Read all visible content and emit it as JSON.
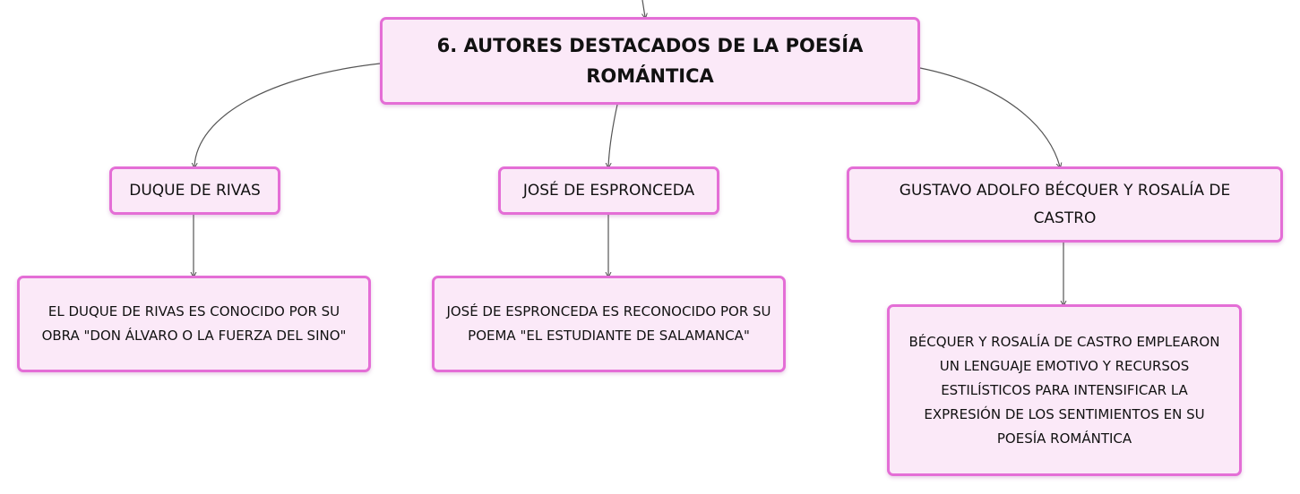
{
  "colors": {
    "node_fill": "#fbe9f8",
    "node_border": "#e46ed6",
    "connector": "#555555"
  },
  "map": {
    "root": {
      "label": "6. AUTORES DESTACADOS DE LA POESÍA ROMÁNTICA"
    },
    "authors": [
      {
        "label": "DUQUE DE RIVAS",
        "detail": "EL DUQUE DE RIVAS ES CONOCIDO POR SU OBRA \"DON ÁLVARO O LA FUERZA DEL SINO\""
      },
      {
        "label": "JOSÉ DE ESPRONCEDA",
        "detail": "JOSÉ DE ESPRONCEDA ES RECONOCIDO POR SU POEMA \"EL ESTUDIANTE DE SALAMANCA\""
      },
      {
        "label": "GUSTAVO ADOLFO BÉCQUER Y ROSALÍA DE CASTRO",
        "detail": "BÉCQUER Y ROSALÍA DE CASTRO EMPLEARON UN LENGUAJE EMOTIVO Y RECURSOS ESTILÍSTICOS PARA INTENSIFICAR LA EXPRESIÓN DE LOS SENTIMIENTOS EN SU POESÍA ROMÁNTICA"
      }
    ]
  }
}
